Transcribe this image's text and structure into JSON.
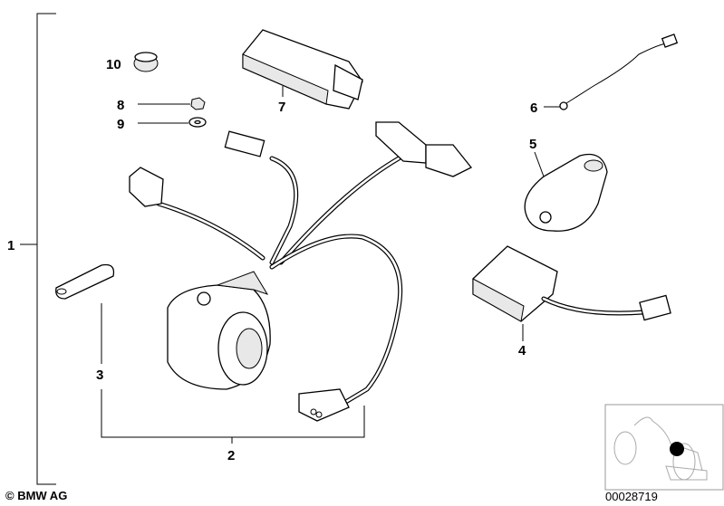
{
  "callouts": {
    "c1": "1",
    "c2": "2",
    "c3": "3",
    "c4": "4",
    "c5": "5",
    "c6": "6",
    "c7": "7",
    "c8": "8",
    "c9": "9",
    "c10": "10"
  },
  "footer": {
    "copyright": "© BMW AG",
    "diagram_number": "00028719"
  },
  "locator": {
    "marker_color": "#000000"
  }
}
